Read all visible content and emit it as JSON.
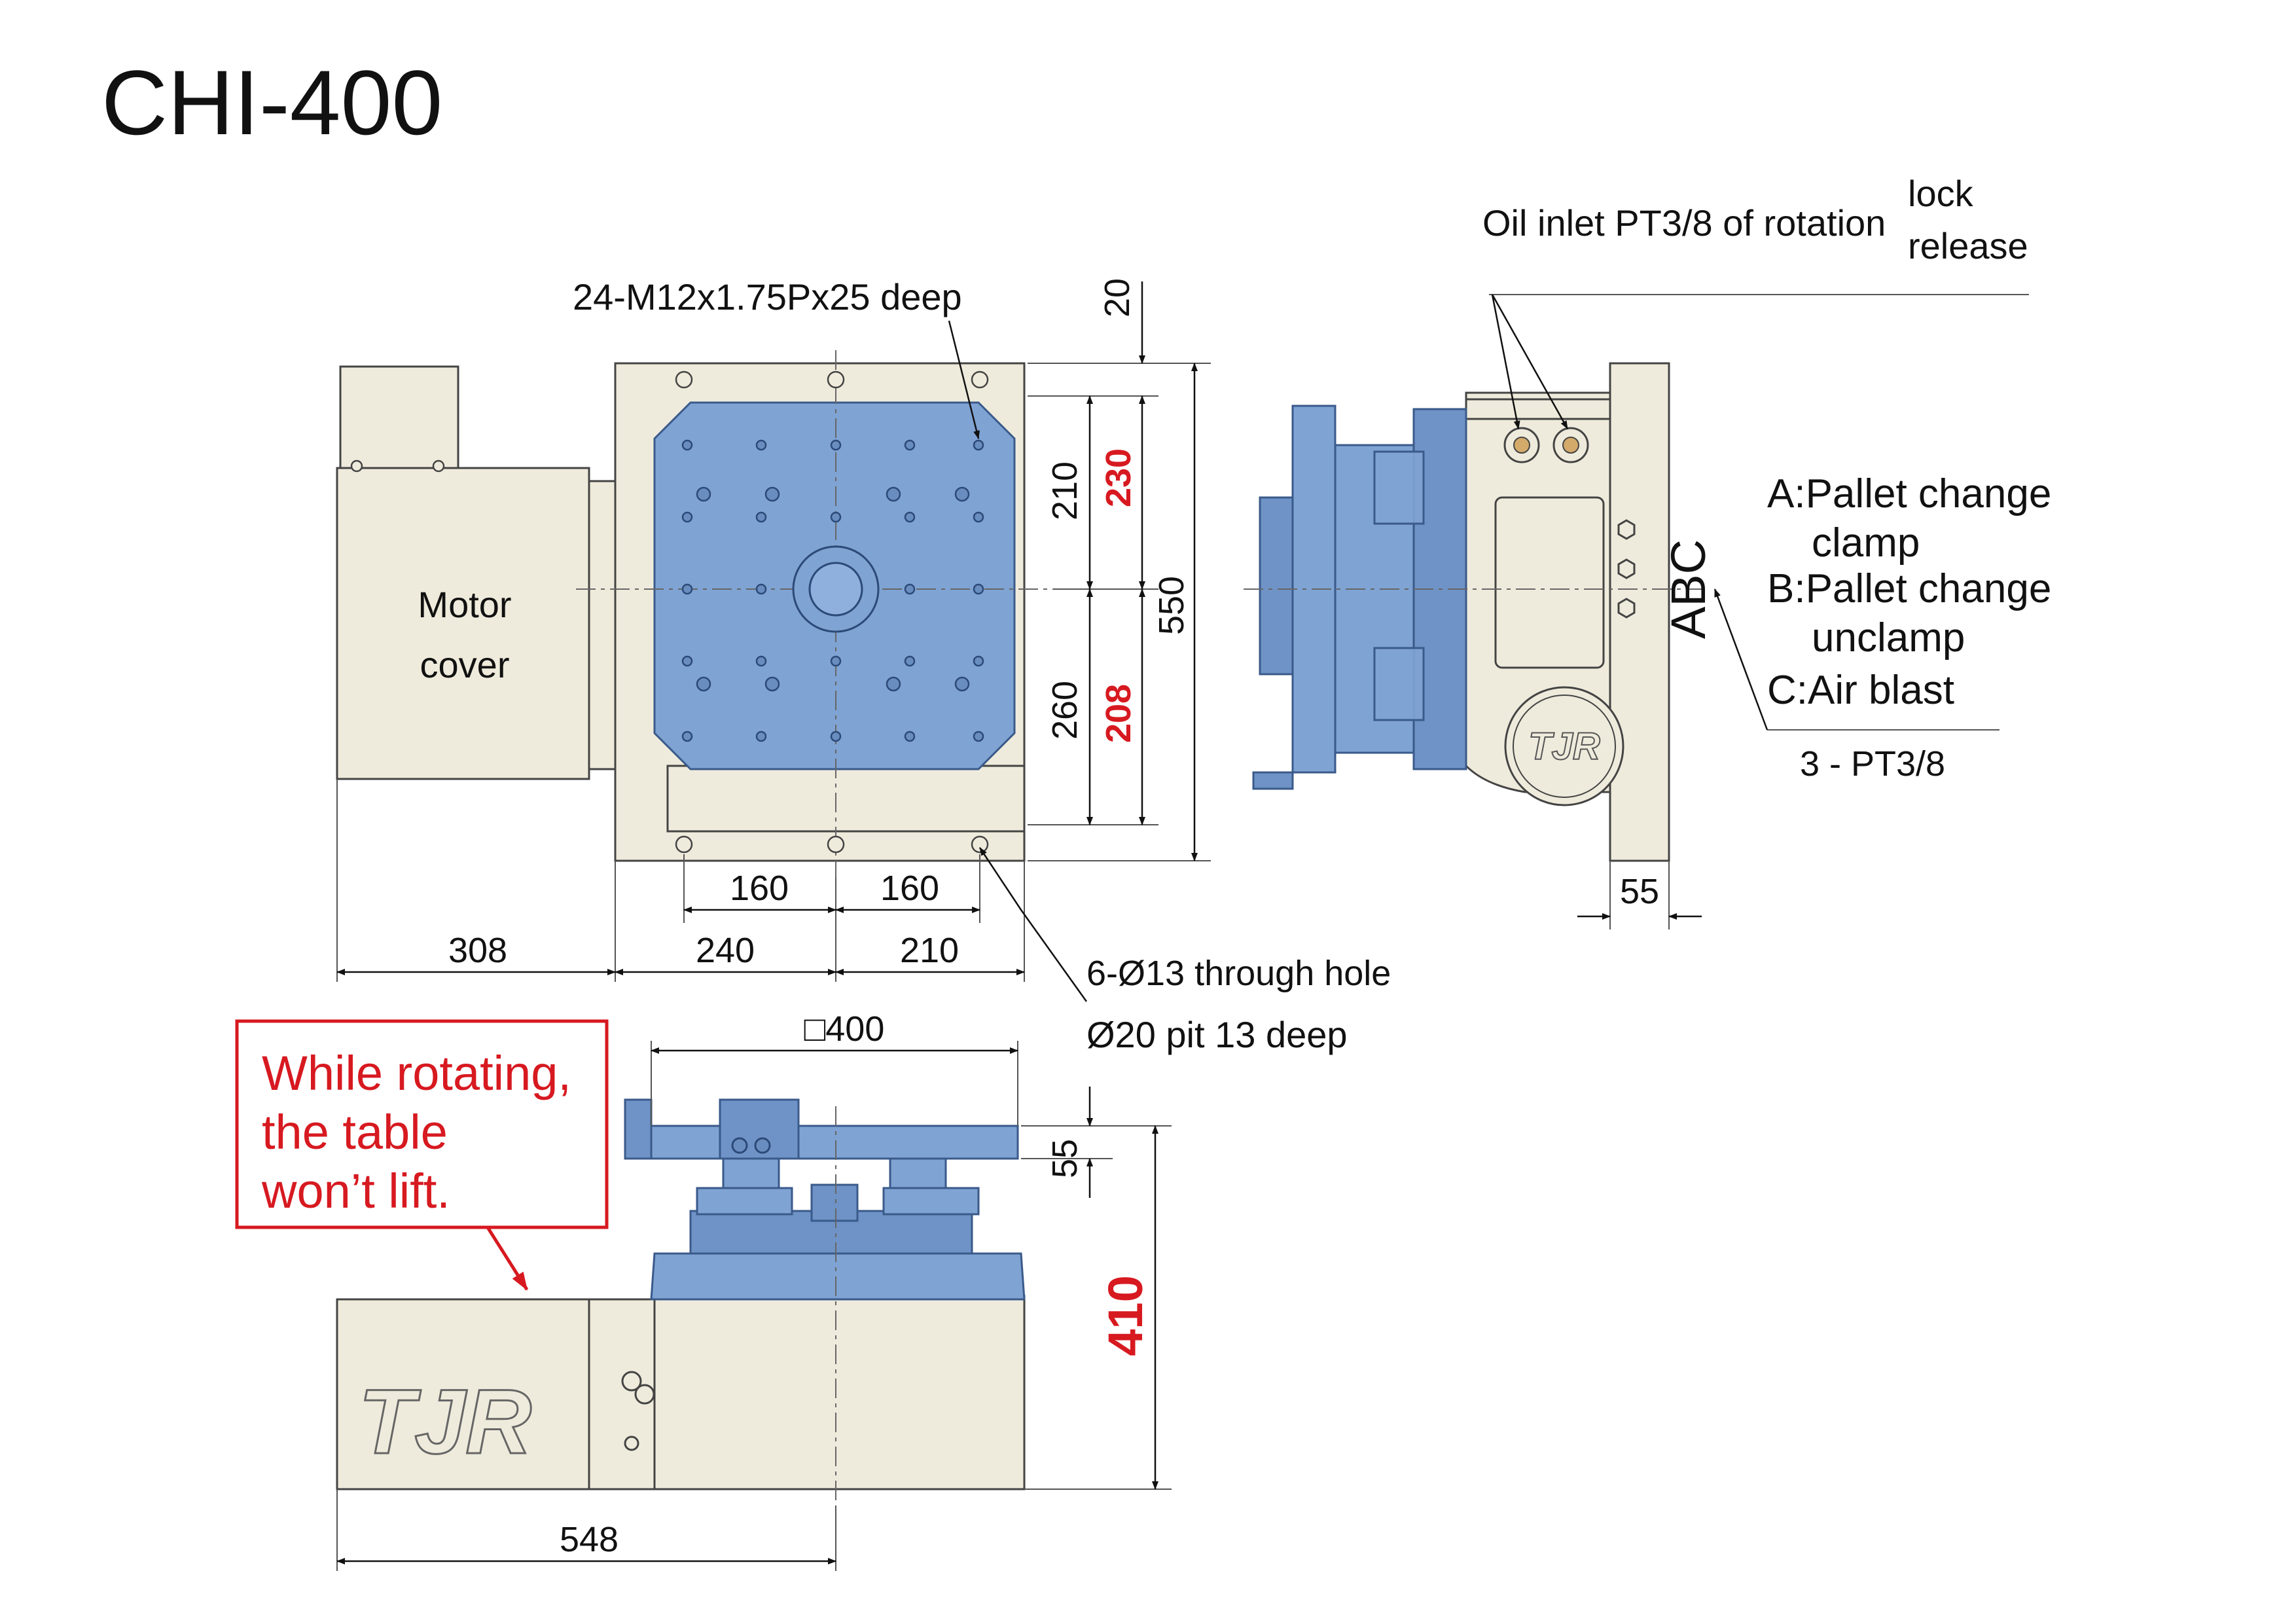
{
  "title": "CHI-400",
  "labels": {
    "tap_holes": "24-M12x1.75Px25 deep",
    "motor_cover_line1": "Motor",
    "motor_cover_line2": "cover",
    "oil_inlet": "Oil inlet PT3/8 of rotation",
    "lock": "lock",
    "release": "release",
    "port_a_line1": "A:Pallet change",
    "port_a_line2": "clamp",
    "port_b_line1": "B:Pallet change",
    "port_b_line2": "unclamp",
    "port_c": "C:Air blast",
    "ports_spec": "3 - PT3/8",
    "abc_mark": "ABC",
    "through_hole": "6-Ø13 through hole",
    "pit": "Ø20 pit 13 deep",
    "square_table": "□400",
    "callout_line1": "While rotating,",
    "callout_line2": "the table",
    "callout_line3": "won’t lift.",
    "brand_logo": "TJR"
  },
  "dimensions": {
    "top_offset": "20",
    "upper_half": "210",
    "upper_half_red": "230",
    "total_depth": "550",
    "lower_half": "260",
    "lower_half_red": "208",
    "hole_pitch_left": "160",
    "hole_pitch_right": "160",
    "motor_length": "308",
    "left_half_width": "240",
    "right_half_width": "210",
    "side_flange": "55",
    "table_thickness": "55",
    "total_height": "410",
    "front_length": "548"
  },
  "colors": {
    "body": "#efebdc",
    "table": "#7fa3d3",
    "highlight": "#d71920"
  }
}
